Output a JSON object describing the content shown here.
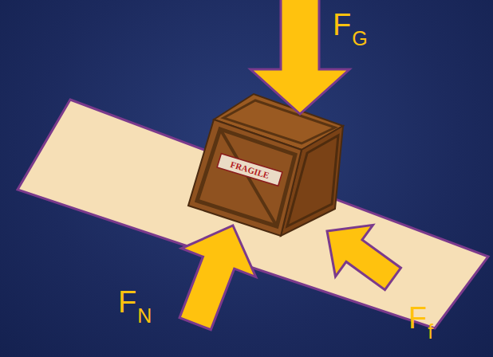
{
  "diagram": {
    "labels": [
      "F",
      "G",
      "F",
      "N",
      "F",
      "f",
      "FRAGILE"
    ]
  }
}
